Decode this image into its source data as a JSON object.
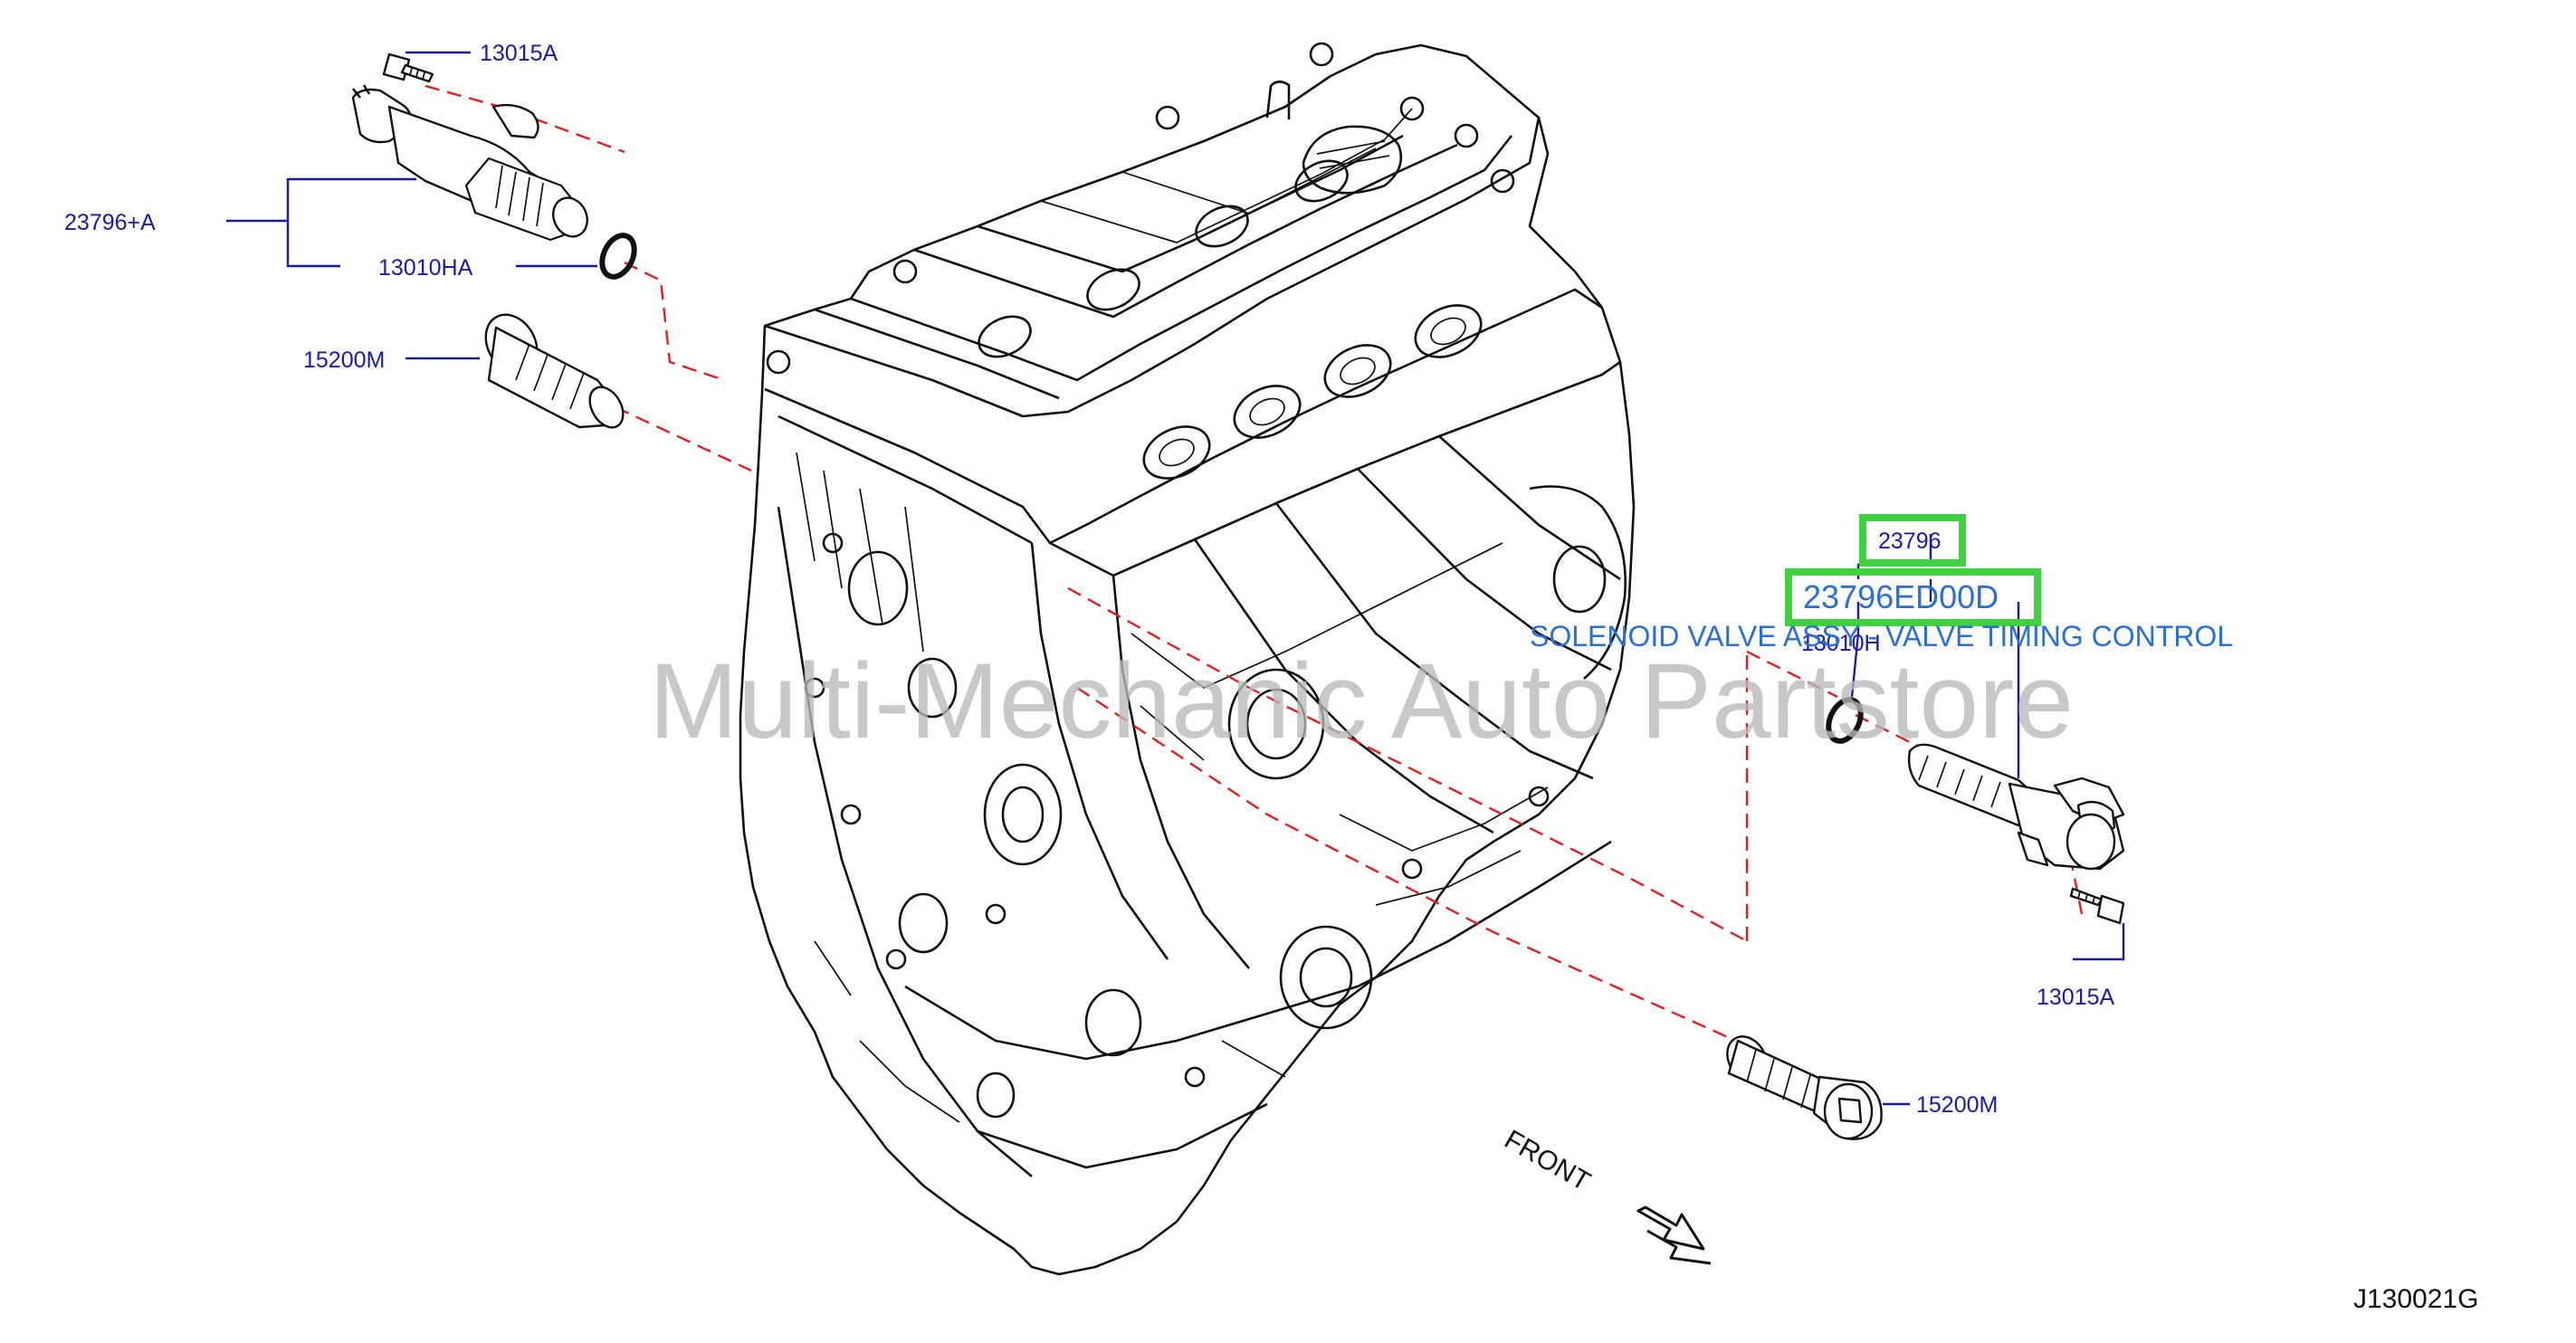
{
  "callouts": {
    "bolt_top": "13015A",
    "solenoid_assy_top": "23796+A",
    "oring_top": "13010HA",
    "filter_top": "15200M",
    "oring_right": "13010H",
    "bolt_right": "13015A",
    "filter_right": "15200M"
  },
  "highlight": {
    "part_code": "23796",
    "part_number": "23796ED00D",
    "description": "SOLENOID VALVE ASSY - VALVE TIMING CONTROL",
    "box_color": "#3fd13f",
    "text_color": "#2a6fd6"
  },
  "front_label": "FRONT",
  "diagram_ref": "J130021G",
  "watermark": "Multi-Mechanic Auto Partstore",
  "colors": {
    "callout_text": "#1a1aa8",
    "guide_dash": "#e02020",
    "line_art": "#111111"
  },
  "icons": [
    "engine-block-drawing",
    "solenoid-valve-icon",
    "bolt-icon",
    "o-ring-icon",
    "oil-filter-icon",
    "front-arrow-icon"
  ]
}
